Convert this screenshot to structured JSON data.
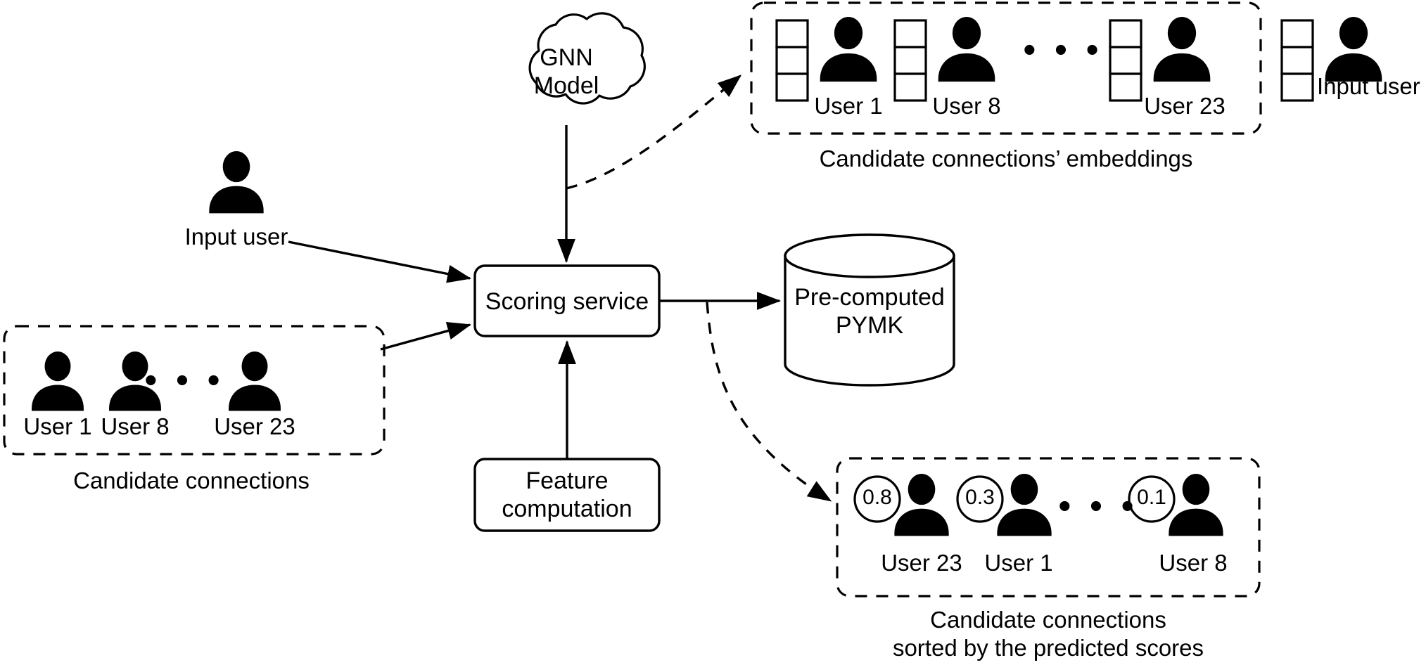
{
  "diagram": {
    "title_nodes": {
      "gnn_model": "GNN\nModel",
      "gnn_model_line1": "GNN",
      "gnn_model_line2": "Model",
      "scoring_service": "Scoring service",
      "feature_computation_line1": "Feature",
      "feature_computation_line2": "computation",
      "precomputed_pymk_line1": "Pre-computed",
      "precomputed_pymk_line2": "PYMK"
    },
    "input_user_left": {
      "label": "Input user"
    },
    "input_user_right": {
      "label": "Input user"
    },
    "candidate_connections": {
      "caption": "Candidate connections",
      "ellipsis": "• • •",
      "users": [
        {
          "name": "User 1"
        },
        {
          "name": "User 8"
        },
        {
          "name": "User 23"
        }
      ]
    },
    "candidate_embeddings": {
      "caption": "Candidate connections’ embeddings",
      "ellipsis": "• • •",
      "users": [
        {
          "name": "User 1",
          "embedding_cells": 3
        },
        {
          "name": "User 8",
          "embedding_cells": 3
        },
        {
          "name": "User 23",
          "embedding_cells": 3
        }
      ]
    },
    "sorted_candidates": {
      "caption_line1": "Candidate connections",
      "caption_line2": "sorted by the predicted scores",
      "ellipsis": "• • •",
      "users": [
        {
          "name": "User 23",
          "score": "0.8"
        },
        {
          "name": "User 1",
          "score": "0.3"
        },
        {
          "name": "User 8",
          "score": "0.1"
        }
      ]
    },
    "colors": {
      "stroke": "#000000",
      "fill": "#ffffff",
      "person": "#000000",
      "background": "#ffffff"
    }
  }
}
